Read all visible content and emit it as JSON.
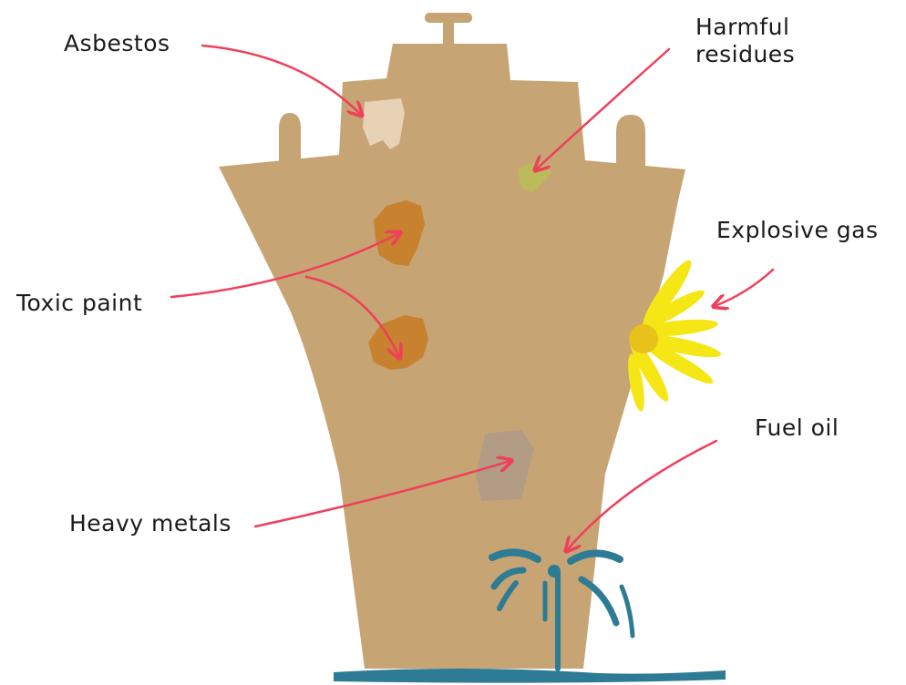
{
  "labels": {
    "asbestos": "Asbestos",
    "harmful_residues": [
      "Harmful",
      "residues"
    ],
    "explosive_gas": "Explosive gas",
    "toxic_paint": "Toxic paint",
    "fuel_oil": "Fuel oil",
    "heavy_metals": "Heavy metals"
  },
  "colors": {
    "hull": "#c6a474",
    "arrow": "#ef3f5a",
    "asbestos_patch": "#e8d2b6",
    "residue_patch": "#b9bf58",
    "paint_patch": "#c7812f",
    "metal_patch": "#b39c86",
    "gas_burst": "#f5e616",
    "oil": "#2d7b95"
  }
}
